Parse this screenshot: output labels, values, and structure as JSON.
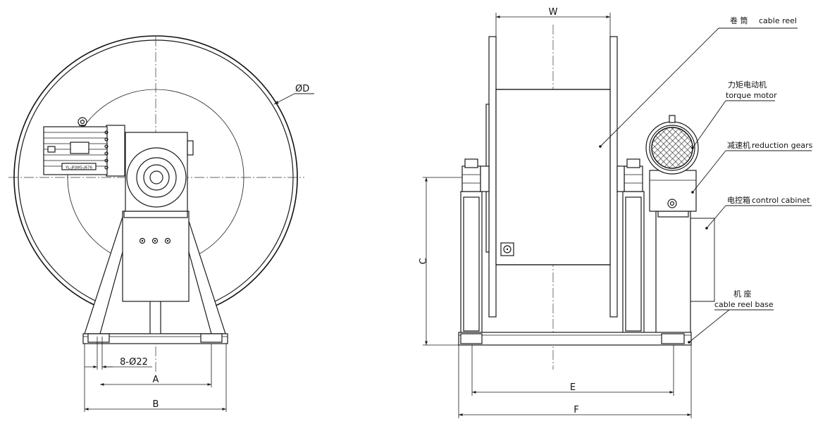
{
  "front_view": {
    "dia_label": "ØD",
    "hole_label": "8-Ø22",
    "dim_a": "A",
    "dim_b": "B",
    "motor_plate_text": "YL-JFJWS-J676"
  },
  "side_view": {
    "dim_w": "W",
    "dim_c": "C",
    "dim_e": "E",
    "dim_f": "F"
  },
  "callouts": {
    "cable_reel_cn": "卷 筒",
    "cable_reel_en": "cable reel",
    "torque_motor_cn": "力矩电动机",
    "torque_motor_en": "torque motor",
    "reduction_cn": "减速机",
    "reduction_en": "reduction gears",
    "cabinet_cn": "电控箱",
    "cabinet_en": "control cabinet",
    "base_cn": "机 座",
    "base_en": "cable reel base"
  },
  "colors": {
    "line": "#1a1a1a",
    "background": "#ffffff"
  }
}
